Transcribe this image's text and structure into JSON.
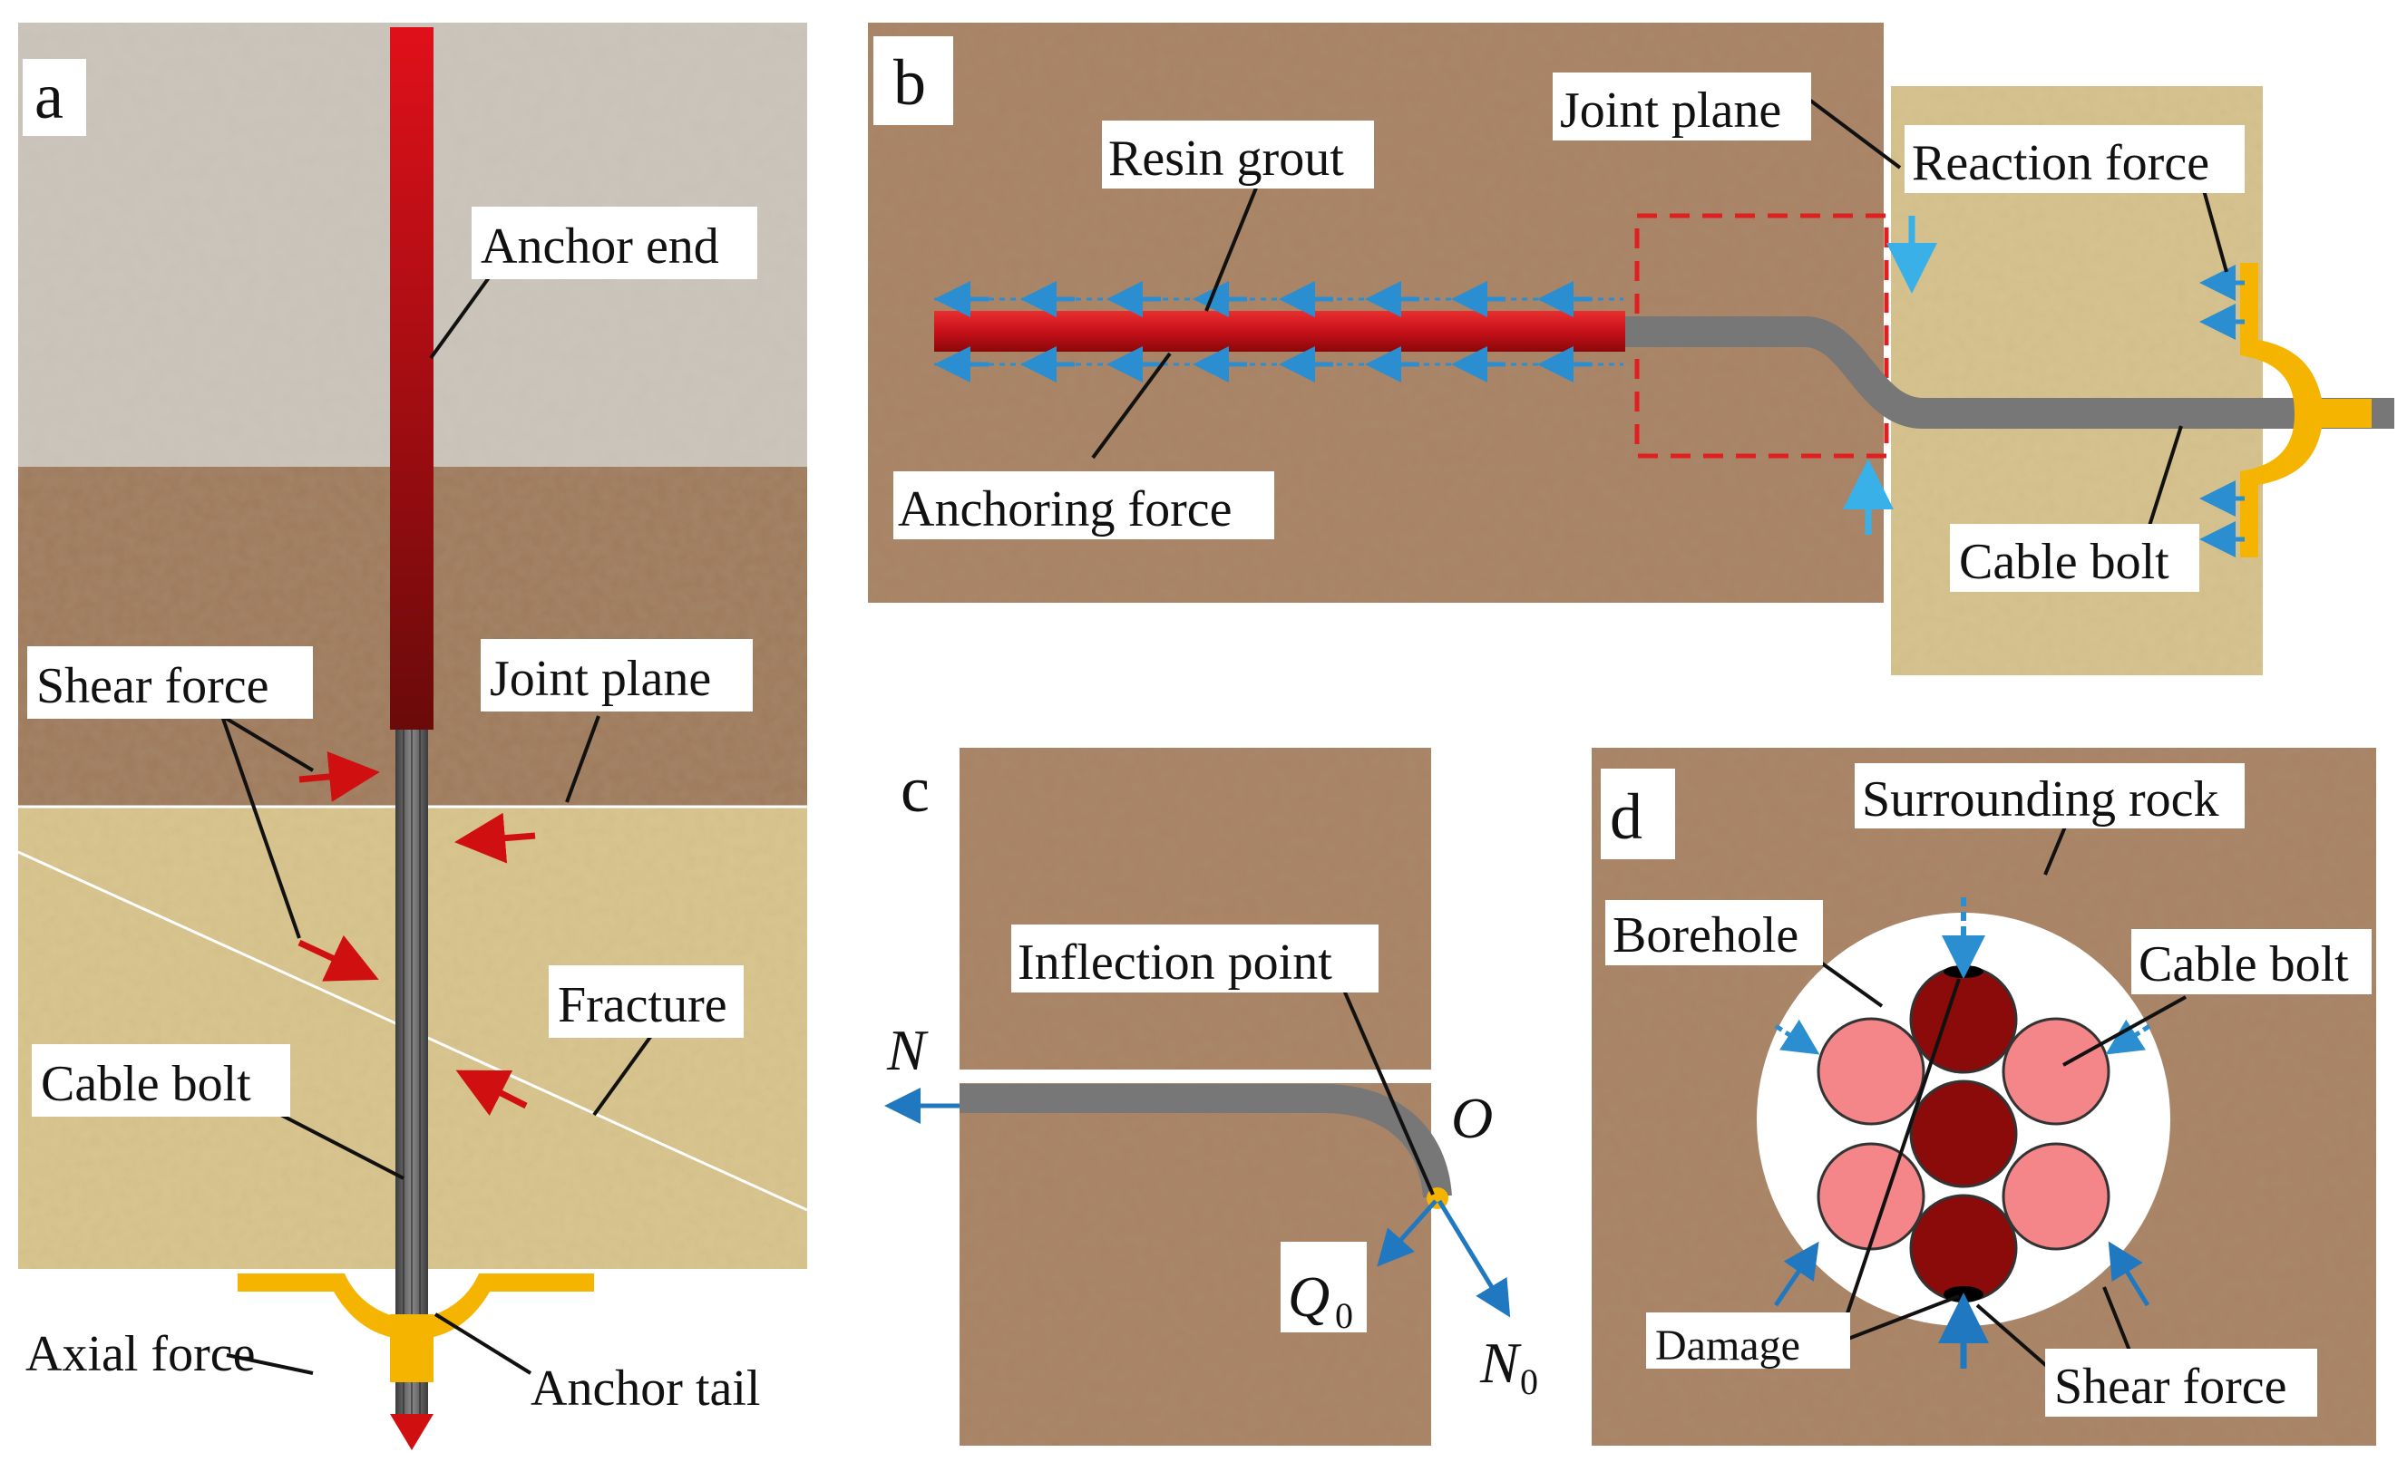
{
  "panels": {
    "a": {
      "letter": "a",
      "labels": {
        "anchor_end": "Anchor end",
        "shear_force": "Shear force",
        "joint_plane": "Joint plane",
        "fracture": "Fracture",
        "cable_bolt": "Cable bolt",
        "axial_force": "Axial force",
        "anchor_tail": "Anchor tail"
      }
    },
    "b": {
      "letter": "b",
      "labels": {
        "joint_plane": "Joint plane",
        "resin_grout": "Resin grout",
        "reaction_force": "Reaction force",
        "anchoring_force": "Anchoring  force",
        "cable_bolt": "Cable bolt"
      }
    },
    "c": {
      "letter": "c",
      "labels": {
        "inflection_point": "Inflection point",
        "n": "N",
        "o": "O",
        "q": "Q",
        "q_sub": "0",
        "n0": "N",
        "n0_sub": "0"
      }
    },
    "d": {
      "letter": "d",
      "labels": {
        "surrounding_rock": "Surrounding rock",
        "borehole": "Borehole",
        "cable_bolt": "Cable bolt",
        "damage": "Damage",
        "shear_force": "Shear force"
      }
    }
  },
  "colors": {
    "bolt_red": "#c8101a",
    "cable_gray": "#7a7a7a",
    "plate_yellow": "#f5b400",
    "arrow_red": "#d01010",
    "arrow_blue": "#2a8ed0",
    "rock_brown": "#a98365",
    "rock_tan": "#d6c28e",
    "rock_gray": "#c9c2b8",
    "strand_pink": "#f4868a",
    "strand_dark": "#8b0a0a"
  }
}
